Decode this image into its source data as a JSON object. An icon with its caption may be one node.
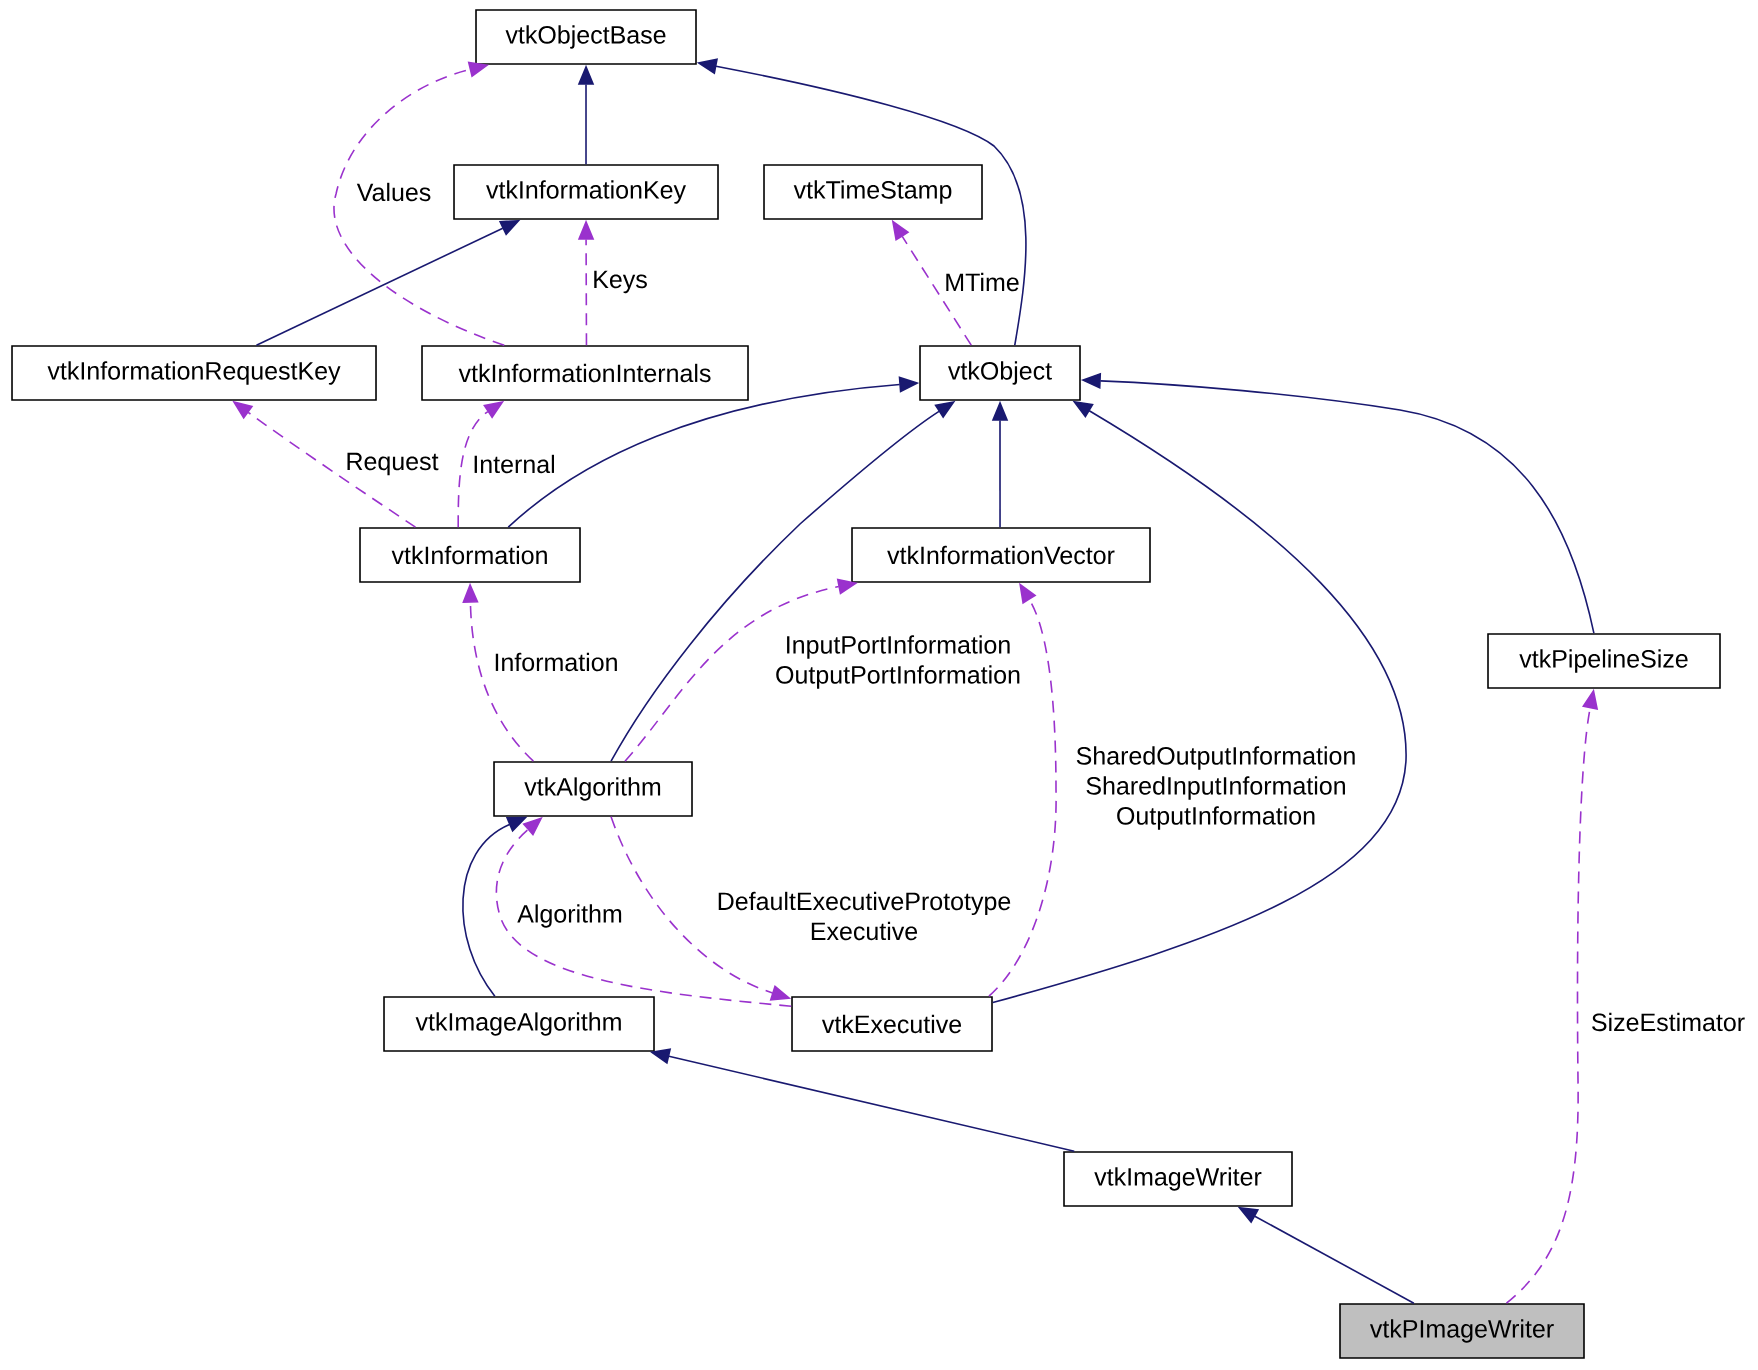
{
  "diagram": {
    "nodes": [
      {
        "text": [
          "vtkObjectBase"
        ]
      },
      {
        "text": [
          "vtkInformationKey"
        ]
      },
      {
        "text": [
          "vtkTimeStamp"
        ]
      },
      {
        "text": [
          "vtkInformationRequestKey"
        ]
      },
      {
        "text": [
          "vtkInformationInternals"
        ]
      },
      {
        "text": [
          "vtkObject"
        ]
      },
      {
        "text": [
          "vtkInformation"
        ]
      },
      {
        "text": [
          "vtkInformationVector"
        ]
      },
      {
        "text": [
          "vtkPipelineSize"
        ]
      },
      {
        "text": [
          "vtkAlgorithm"
        ]
      },
      {
        "text": [
          "vtkImageAlgorithm"
        ]
      },
      {
        "text": [
          "vtkExecutive"
        ]
      },
      {
        "text": [
          "vtkImageWriter"
        ]
      },
      {
        "text": [
          "vtkPImageWriter"
        ]
      }
    ],
    "edges": [
      {
        "from": 1,
        "to": 0,
        "arrow": "to"
      },
      {
        "from": 5,
        "to": 0,
        "arrow": "to"
      },
      {
        "from": 3,
        "to": 1,
        "arrow": "to"
      },
      {
        "from": 4,
        "to": 0,
        "arrow": "to",
        "label": "Values",
        "style": "dashed",
        "color": "#9a32cd"
      },
      {
        "from": 4,
        "to": 1,
        "arrow": "to",
        "label": "Keys",
        "style": "dashed",
        "color": "#9a32cd"
      },
      {
        "from": 5,
        "to": 2,
        "arrow": "to",
        "label": "MTime",
        "style": "dashed",
        "color": "#9a32cd"
      },
      {
        "from": 6,
        "to": 3,
        "arrow": "to",
        "label": "Request",
        "style": "dashed",
        "color": "#9a32cd"
      },
      {
        "from": 6,
        "to": 4,
        "arrow": "to",
        "label": "Internal",
        "style": "dashed",
        "color": "#9a32cd"
      },
      {
        "from": 6,
        "to": 5,
        "arrow": "to"
      },
      {
        "from": 9,
        "to": 5,
        "arrow": "to"
      },
      {
        "from": 7,
        "to": 5,
        "arrow": "to"
      },
      {
        "from": 11,
        "to": 5,
        "arrow": "to"
      },
      {
        "from": 8,
        "to": 5,
        "arrow": "to"
      },
      {
        "from": 9,
        "to": 6,
        "arrow": "to",
        "label": "Information",
        "style": "dashed",
        "color": "#9a32cd"
      },
      {
        "from": 9,
        "to": 7,
        "arrow": "to",
        "label": "InputPortInformation OutputPortInformation",
        "style": "dashed",
        "color": "#9a32cd"
      },
      {
        "from": 11,
        "to": 7,
        "arrow": "to",
        "label": "SharedOutputInformation SharedInputInformation OutputInformation",
        "style": "dashed",
        "color": "#9a32cd"
      },
      {
        "from": 9,
        "to": 11,
        "arrow": "to",
        "label": "DefaultExecutivePrototype Executive",
        "style": "dashed",
        "color": "#9a32cd"
      },
      {
        "from": 11,
        "to": 9,
        "arrow": "to",
        "label": "Algorithm",
        "style": "dashed",
        "color": "#9a32cd"
      },
      {
        "from": 10,
        "to": 9,
        "arrow": "to"
      },
      {
        "from": 12,
        "to": 10,
        "arrow": "to"
      },
      {
        "from": 13,
        "to": 12,
        "arrow": "to"
      },
      {
        "from": 13,
        "to": 8,
        "arrow": "to",
        "label": "SizeEstimator",
        "style": "dashed",
        "color": "#9a32cd"
      }
    ]
  }
}
